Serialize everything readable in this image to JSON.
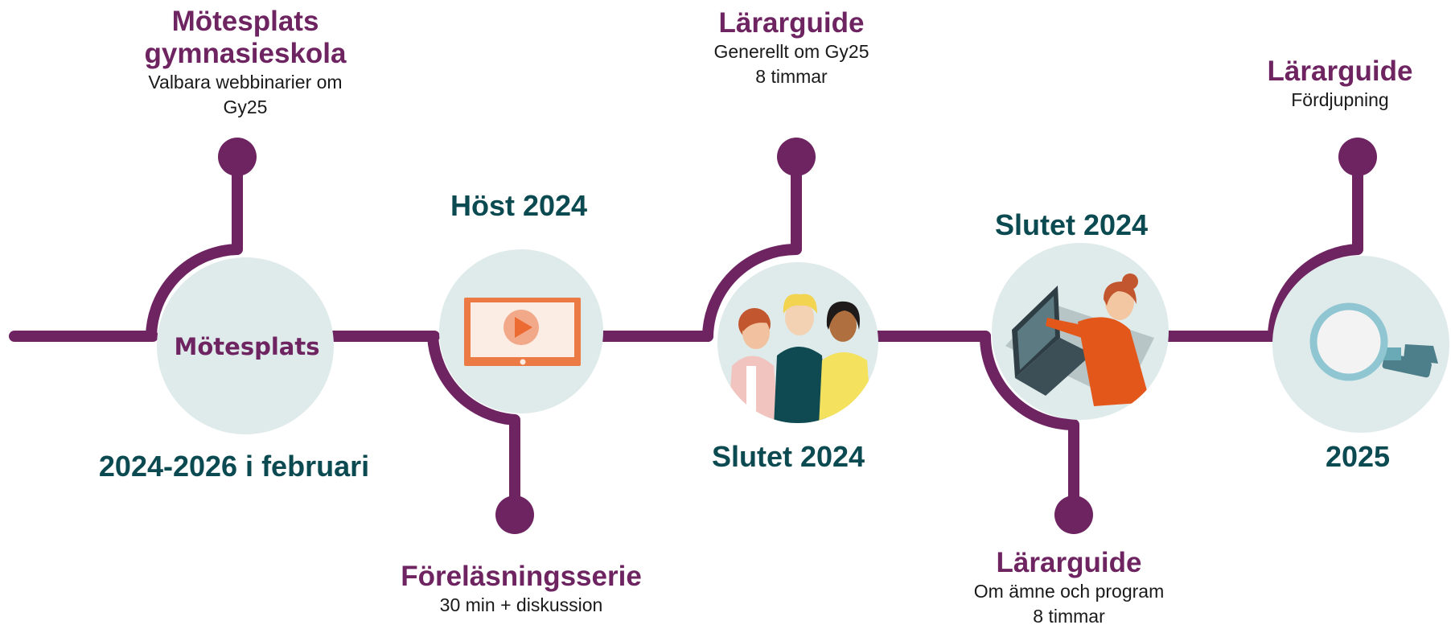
{
  "colors": {
    "track": "#6e2461",
    "circle_fill": "#dfeaea",
    "date_text": "#0c4a52",
    "title_text": "#6e2461",
    "body_text": "#1a1a1a"
  },
  "milestones": [
    {
      "title_lines": [
        "Mötesplats",
        "gymnasieskola"
      ],
      "description_lines": [
        "Valbara webbinarier  om",
        "Gy25"
      ],
      "date": "2024-2026 i februari",
      "circle_label": "Mötesplats",
      "icon": "motesplats-logo"
    },
    {
      "title_lines": [
        "Föreläsningsserie"
      ],
      "description_lines": [
        "30 min + diskussion"
      ],
      "date": "Höst 2024",
      "icon": "video-player-icon"
    },
    {
      "title_lines": [
        "Lärarguide"
      ],
      "description_lines": [
        "Generellt om Gy25",
        "8 timmar"
      ],
      "date": "Slutet 2024",
      "icon": "three-people-illustration"
    },
    {
      "title_lines": [
        "Lärarguide"
      ],
      "description_lines": [
        "Om ämne och program",
        "8 timmar"
      ],
      "date": "Slutet 2024",
      "icon": "person-at-laptop-illustration"
    },
    {
      "title_lines": [
        "Lärarguide"
      ],
      "description_lines": [
        "Fördjupning"
      ],
      "date": "2025",
      "icon": "magnifying-glass-icon"
    }
  ]
}
